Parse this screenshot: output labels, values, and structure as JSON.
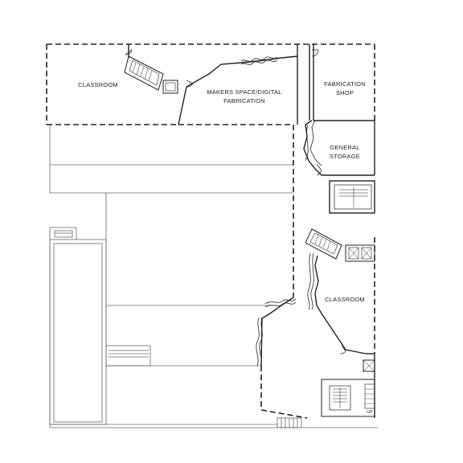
{
  "plan": {
    "rooms": {
      "classroom_north": {
        "label": "CLASSROOM"
      },
      "makers_space": {
        "line1": "MAKERS SPACE/DIGITAL",
        "line2": "FABRICATION"
      },
      "fabrication_shop": {
        "line1": "FABRICATION",
        "line2": "SHOP"
      },
      "general_storage": {
        "line1": "GENERAL",
        "line2": "STORAGE"
      },
      "classroom_east": {
        "label": "CLASSROOM"
      }
    },
    "tags": {
      "up_stair": "UP"
    },
    "colors": {
      "line": "#222222",
      "light_line": "#666666",
      "background": "#ffffff"
    }
  }
}
